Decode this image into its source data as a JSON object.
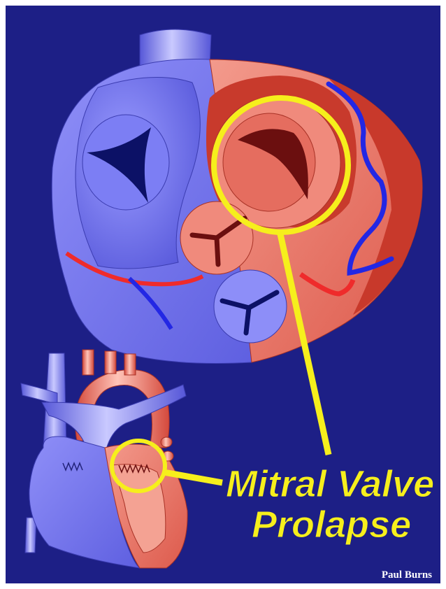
{
  "label": {
    "line1": "Mitral Valve",
    "line2": "Prolapse"
  },
  "credit": "Paul Burns",
  "colors": {
    "background": "#1d1f86",
    "right_heart_blue": "#7b7cf2",
    "left_heart_red": "#ee7b6d",
    "highlight_yellow": "#f6ef1c"
  }
}
